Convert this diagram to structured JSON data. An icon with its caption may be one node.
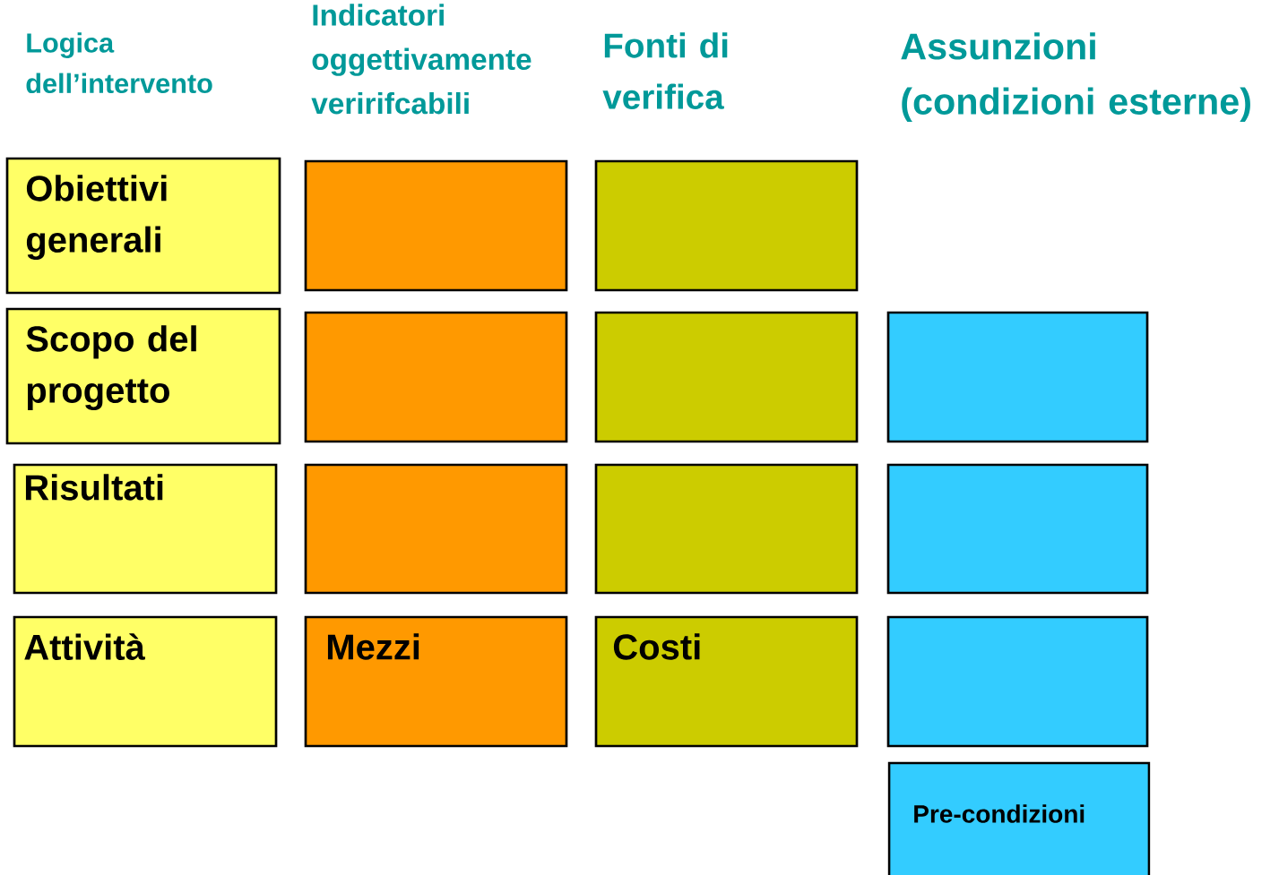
{
  "diagram": {
    "nodes": [
      {
        "text": [
          "Obiettivi generali"
        ]
      },
      {
        "text": [],
        "shape": "box"
      },
      {
        "text": [],
        "shape": "box"
      },
      {
        "text": [
          "Scopo del progetto"
        ]
      },
      {
        "text": [],
        "shape": "box"
      },
      {
        "text": [],
        "shape": "box"
      },
      {
        "text": [],
        "shape": "box"
      },
      {
        "text": [
          "Risultati"
        ]
      },
      {
        "text": [],
        "shape": "box"
      },
      {
        "text": [],
        "shape": "box"
      },
      {
        "text": [],
        "shape": "box"
      },
      {
        "text": [
          "Attività"
        ]
      },
      {
        "text": [
          "Mezzi"
        ]
      },
      {
        "text": [
          "Costi"
        ]
      },
      {
        "text": [],
        "shape": "box"
      },
      {
        "text": [
          "Pre-condizioni"
        ]
      }
    ],
    "labels": [
      "Logica dell’intervento",
      "Indicatori oggettivamente veririfcabili",
      "Fonti di verifica",
      "Assunzioni (condizioni esterne)"
    ]
  }
}
